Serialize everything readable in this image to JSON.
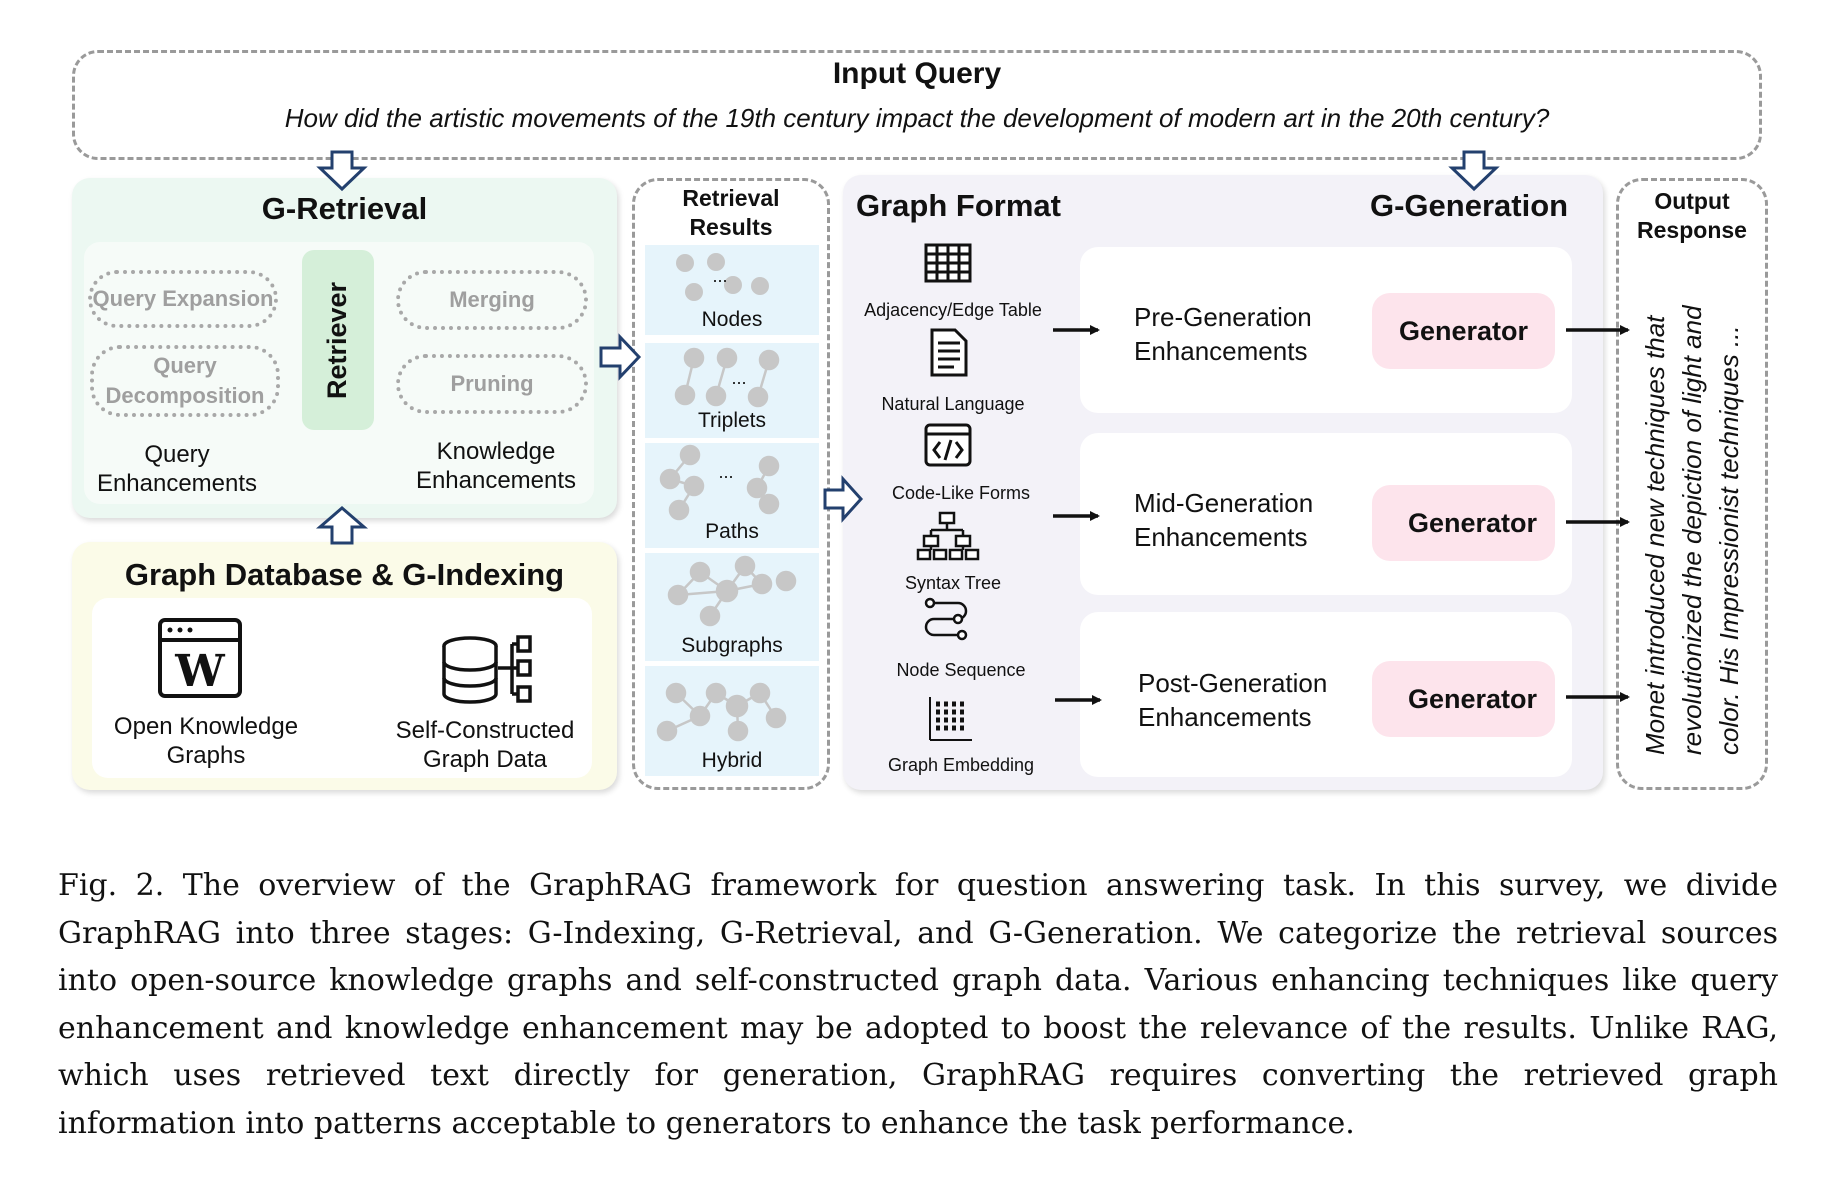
{
  "input_query": {
    "title": "Input Query",
    "question": "How did the artistic movements of the 19th century impact the development of modern art in the 20th century?"
  },
  "g_retrieval": {
    "title": "G-Retrieval",
    "query_items": [
      "Query Expansion",
      "Query\nDecomposition"
    ],
    "query_label": "Query\nEnhancements",
    "retriever": "Retriever",
    "knowledge_items": [
      "Merging",
      "Pruning"
    ],
    "knowledge_label": "Knowledge\nEnhancements"
  },
  "graph_db": {
    "title": "Graph Database & G-Indexing",
    "open_kg_label": "Open Knowledge\nGraphs",
    "self_label": "Self-Constructed\nGraph Data",
    "wiki_letter": "W"
  },
  "retrieval_results": {
    "title": "Retrieval\nResults",
    "items": [
      "Nodes",
      "Triplets",
      "Paths",
      "Subgraphs",
      "Hybrid"
    ],
    "ellipsis": "..."
  },
  "graph_format": {
    "title": "Graph Format",
    "items": [
      "Adjacency/Edge Table",
      "Natural Language",
      "Code-Like Forms",
      "Syntax Tree",
      "Node Sequence",
      "Graph Embedding"
    ]
  },
  "g_generation": {
    "title": "G-Generation",
    "stages": [
      "Pre-Generation\nEnhancements",
      "Mid-Generation\nEnhancements",
      "Post-Generation\nEnhancements"
    ],
    "generator": "Generator"
  },
  "output_response": {
    "title": "Output\nResponse",
    "lines": [
      "Monet introduced new techniques that",
      "revolutionized the depiction of light and",
      "color. His Impressionist techniques ..."
    ]
  },
  "caption": "Fig. 2.  The overview of the GraphRAG framework for question answering task. In this survey, we divide GraphRAG into three stages: G-Indexing, G-Retrieval, and G-Generation. We categorize the retrieval sources into open-source knowledge graphs and self-constructed graph data. Various enhancing techniques like query enhancement and knowledge enhancement may be adopted to boost the relevance of the results. Unlike RAG, which uses retrieved text directly for generation, GraphRAG requires converting the retrieved graph information into patterns acceptable to generators to enhance the task performance.",
  "colors": {
    "retrieval_bg": "#ecf8f2",
    "retriever_bg": "#d5efd9",
    "graphdb_bg": "#fbfbe8",
    "results_cell": "#e6f4fb",
    "generation_bg": "#f3f2f8",
    "generator_bg": "#fde4ec",
    "dash": "#9a9a9a"
  }
}
